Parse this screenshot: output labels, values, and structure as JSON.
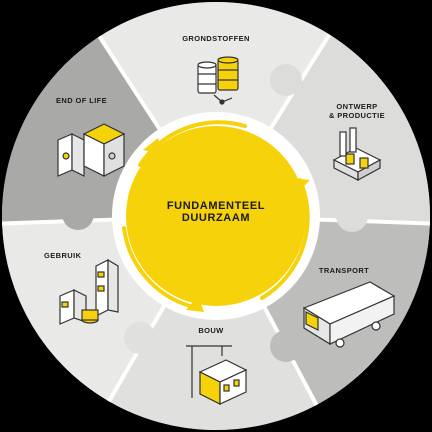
{
  "center": {
    "line1": "FUNDAMENTEEL",
    "line2": "DUURZAAM"
  },
  "segments": {
    "grondstoffen": "GRONDSTOFFEN",
    "ontwerp_line1": "ONTWERP",
    "ontwerp_line2": "& PRODUCTIE",
    "transport": "TRANSPORT",
    "bouw": "BOUW",
    "gebruik": "GEBRUIK",
    "end_of_life": "END OF LIFE"
  },
  "colors": {
    "accent": "#f5d20a",
    "segment_light": "#e9e9e7",
    "segment_mid": "#bdbdbb",
    "segment_dark": "#a9a9a7",
    "divider": "#ffffff",
    "background": "#000000"
  }
}
